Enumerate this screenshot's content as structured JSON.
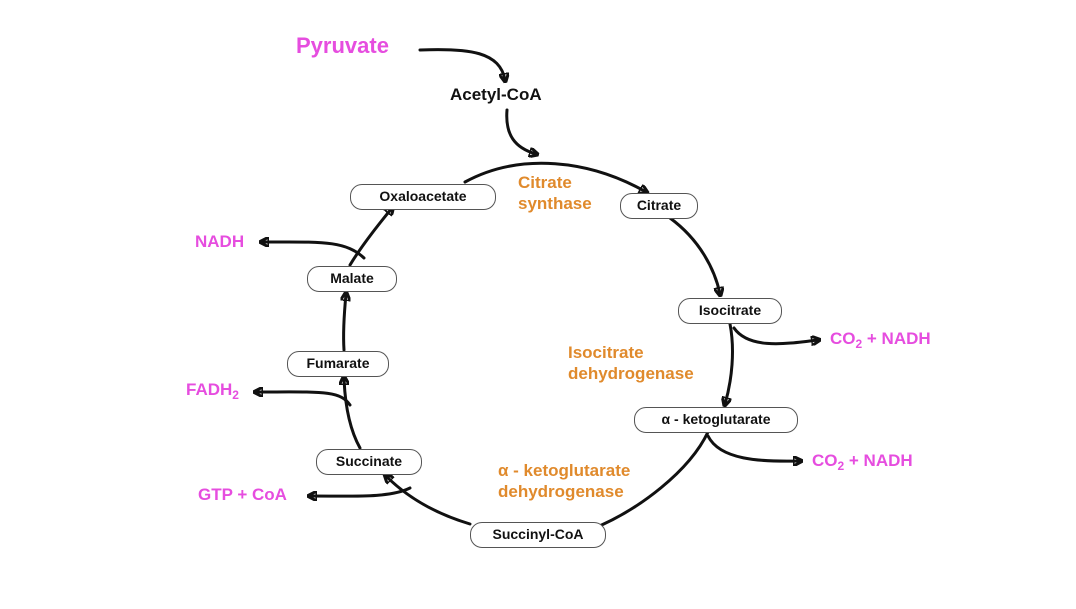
{
  "start": {
    "pyruvate": "Pyruvate",
    "acetyl_coa": "Acetyl-CoA"
  },
  "intermediates": {
    "oxaloacetate": "Oxaloacetate",
    "citrate": "Citrate",
    "isocitrate": "Isocitrate",
    "ketoglutarate": "α - ketoglutarate",
    "succinyl_coa": "Succinyl-CoA",
    "succinate": "Succinate",
    "fumarate": "Fumarate",
    "malate": "Malate"
  },
  "enzymes": {
    "citrate_synthase": [
      "Citrate",
      "synthase"
    ],
    "isocitrate_dh": [
      "Isocitrate",
      "dehydrogenase"
    ],
    "ketoglutarate_dh": [
      "α - ketoglutarate",
      "dehydrogenase"
    ]
  },
  "products": {
    "nadh": "NADH",
    "fadh_base": "FADH",
    "fadh_sub": "2",
    "gtp_coa": "GTP + CoA",
    "co2_base": "CO",
    "co2_sub": "2",
    "co2_rest": " + NADH"
  },
  "colors": {
    "product": "#e64ddf",
    "enzyme": "#e08a2c",
    "arrow": "#111111"
  }
}
